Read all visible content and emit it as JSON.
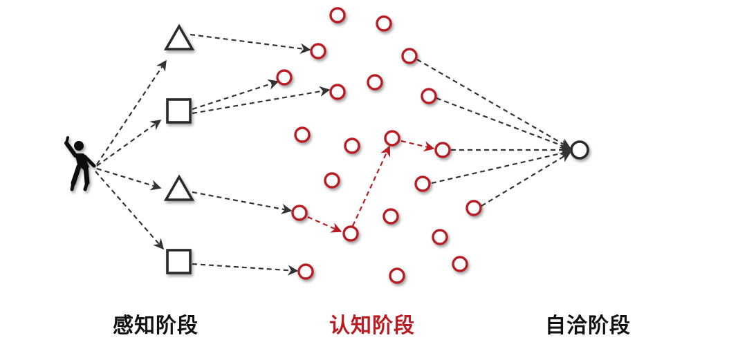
{
  "labels": {
    "perception": "感知阶段",
    "cognition": "认知阶段",
    "coherence": "自洽阶段"
  },
  "colors": {
    "ink": "#2a2a2a",
    "dash": "#333333",
    "accent": "#b81c22",
    "shape_fill": "#ffffff",
    "circle_fill": "#ffffff",
    "background": "#ffffff"
  },
  "icons": {
    "person": "waving-person-icon",
    "triangle": "triangle-icon",
    "square": "square-icon",
    "target": "target-circle-icon"
  }
}
